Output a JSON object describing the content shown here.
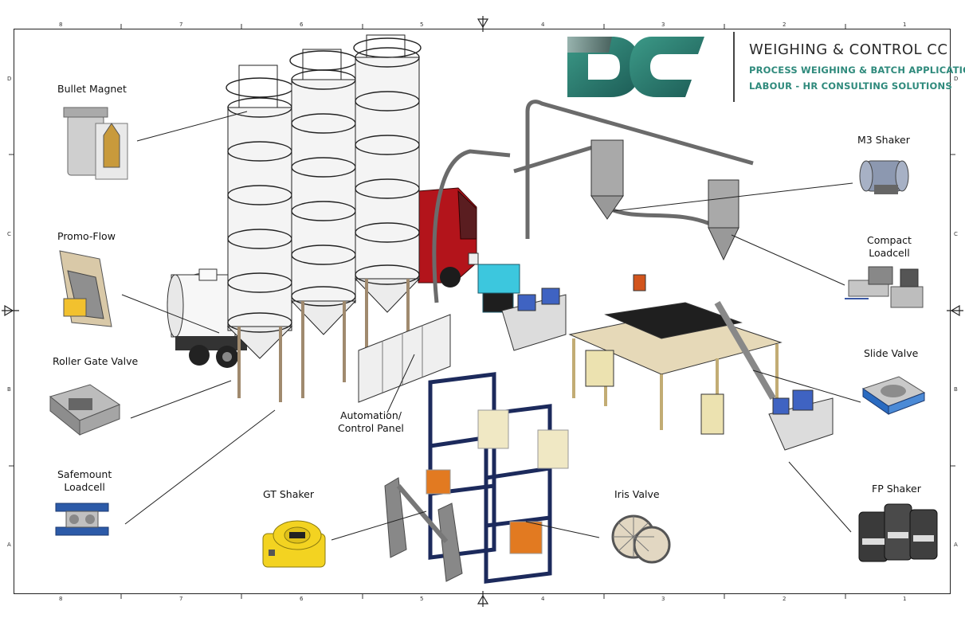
{
  "company": {
    "logo_letters": "DC",
    "name": "WEIGHING & CONTROL CC",
    "line1": "PROCESS WEIGHING & BATCH APPLICATIONS",
    "line2": "LABOUR - HR CONSULTING SOLUTIONS"
  },
  "labels": {
    "bullet_magnet": "Bullet Magnet",
    "promo_flow": "Promo-Flow",
    "roller_gate_valve": "Roller Gate Valve",
    "safemount_l1": "Safemount",
    "safemount_l2": "Loadcell",
    "gt_shaker": "GT Shaker",
    "automation_l1": "Automation/",
    "automation_l2": "Control Panel",
    "iris_valve": "Iris Valve",
    "m3_shaker": "M3 Shaker",
    "compact_l1": "Compact",
    "compact_l2": "Loadcell",
    "slide_valve": "Slide Valve",
    "fp_shaker": "FP Shaker"
  },
  "ruler": {
    "top": [
      "8",
      "7",
      "6",
      "5",
      "4",
      "3",
      "2",
      "1"
    ],
    "bottom": [
      "8",
      "7",
      "6",
      "5",
      "4",
      "3",
      "2",
      "1"
    ],
    "left": [
      "D",
      "C",
      "B",
      "A"
    ],
    "right": [
      "D",
      "C",
      "B",
      "A"
    ]
  },
  "colors": {
    "brand_teal": "#2f8a7c",
    "brand_dark": "#2b2b2b",
    "silo": "#f4f4f4",
    "truck_red": "#b3141b",
    "structure_blue": "#2d3f86",
    "shaker_yellow": "#f3d321"
  }
}
